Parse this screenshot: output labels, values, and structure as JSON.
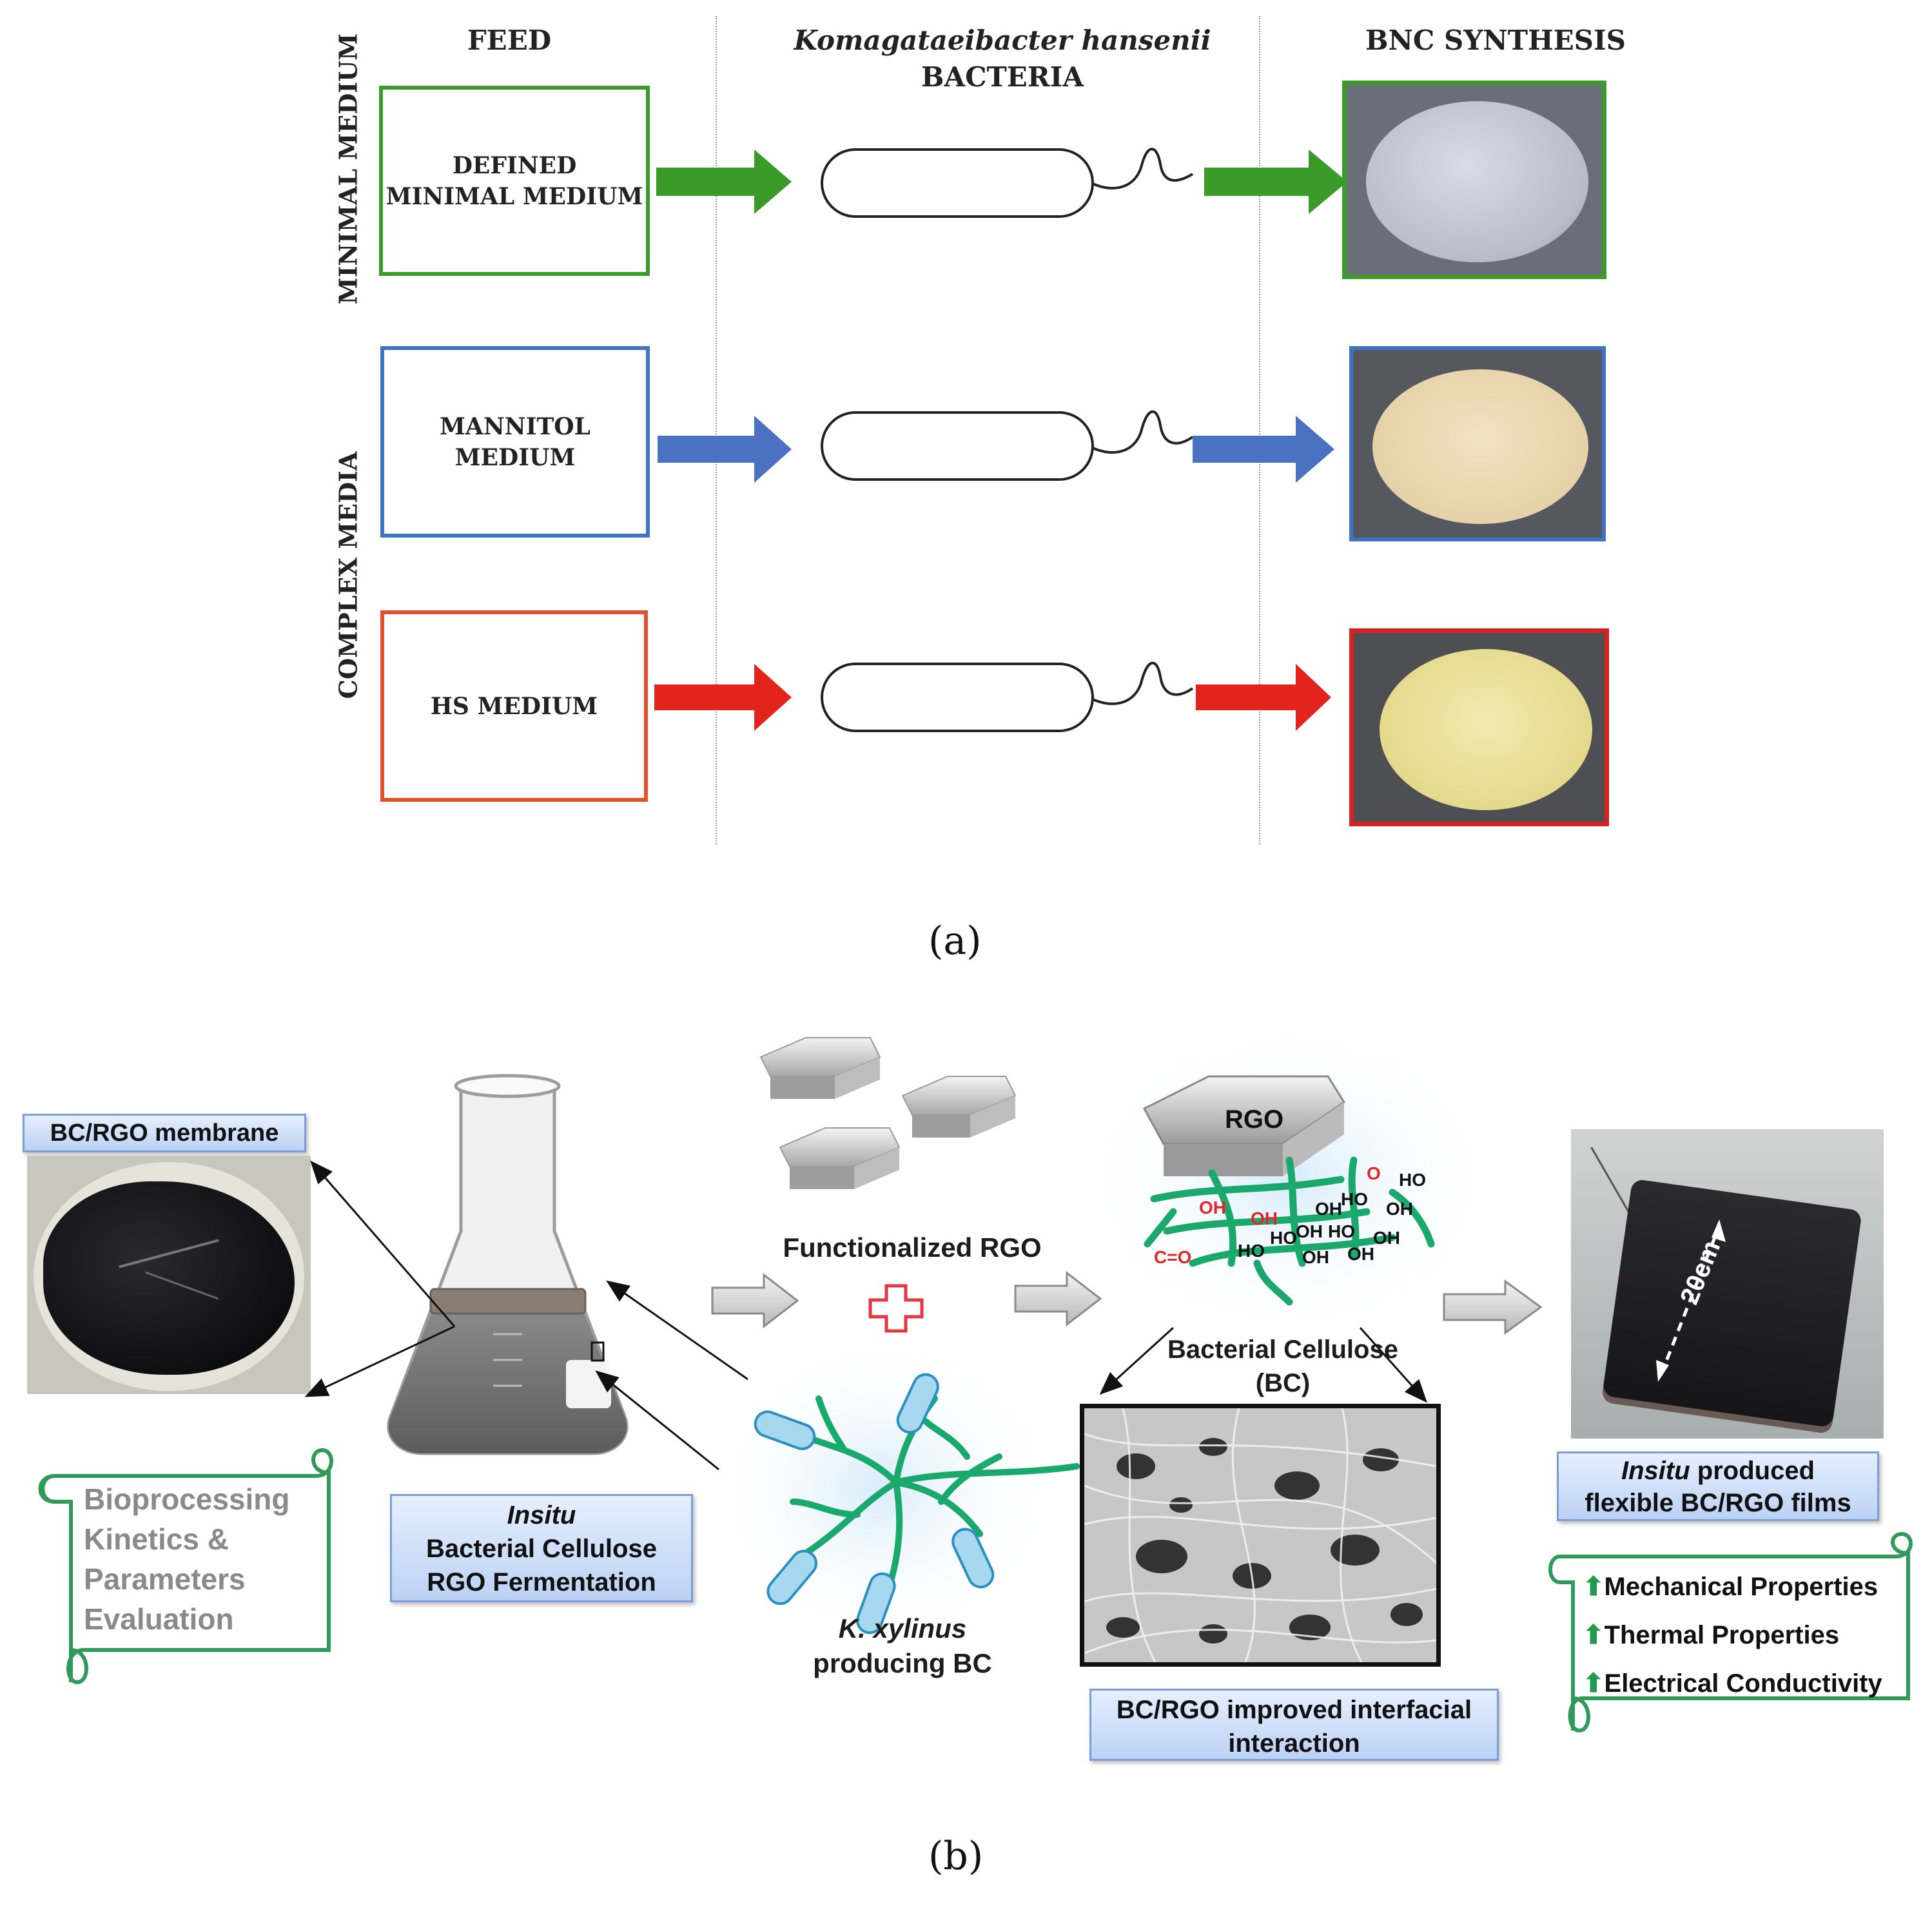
{
  "panel_a": {
    "headers": {
      "feed": "FEED",
      "bacteria_species": "Komagataeibacter hansenii",
      "bacteria": "BACTERIA",
      "synthesis": "BNC SYNTHESIS"
    },
    "row_groups": {
      "minimal": "MINIMAL MEDIUM",
      "complex": "COMPLEX MEDIA"
    },
    "rows": [
      {
        "feed_line1": "DEFINED",
        "feed_line2": "MINIMAL MEDIUM",
        "color": "#3a9a2a"
      },
      {
        "feed_line1": "MANNITOL",
        "feed_line2": "MEDIUM",
        "color": "#3f73c4"
      },
      {
        "feed_line1": "HS MEDIUM",
        "feed_line2": "",
        "color": "#e3241c"
      }
    ],
    "caption": "(a)"
  },
  "panel_b": {
    "membrane_label": "BC/RGO membrane",
    "scroll_left": [
      "Bioprocessing",
      "Kinetics &",
      "Parameters",
      "Evaluation"
    ],
    "fermentation": {
      "italic": "Insitu",
      "line2": "Bacterial Cellulose",
      "line3": "RGO Fermentation"
    },
    "functionalized": "Functionalized RGO",
    "bacteria_italic": "K. xylinus",
    "bacteria_text": "producing BC",
    "rgo": "RGO",
    "bc_label_1": "Bacterial Cellulose",
    "bc_label_2": "(BC)",
    "interface_box": "BC/RGO improved interfacial interaction",
    "film_measure": "20cm",
    "film_box": {
      "italic": "Insitu",
      "rest": " produced",
      "line2": "flexible BC/RGO films"
    },
    "properties": [
      "Mechanical Properties",
      "Thermal Properties",
      "Electrical Conductivity"
    ],
    "caption": "(b)",
    "chem_groups": [
      "OH",
      "OH",
      "OH",
      "HO",
      "HO",
      "OH",
      "HO",
      "OH",
      "HO",
      "OH",
      "OH",
      "OH",
      "HO",
      "O",
      "C=O"
    ]
  }
}
